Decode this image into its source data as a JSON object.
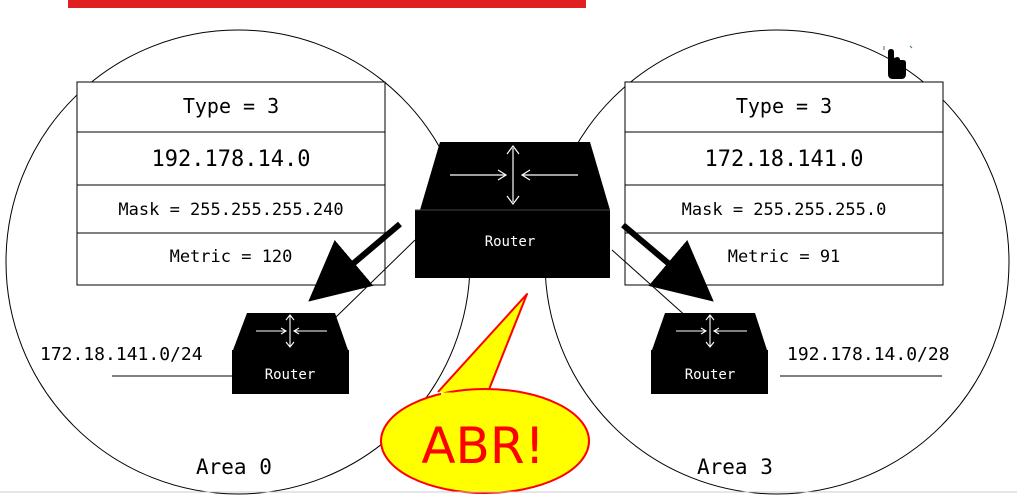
{
  "lsa_left": {
    "type": "Type = 3",
    "network": "192.178.14.0",
    "mask": "Mask = 255.255.255.240",
    "metric": "Metric = 120"
  },
  "lsa_right": {
    "type": "Type = 3",
    "network": "172.18.141.0",
    "mask": "Mask = 255.255.255.0",
    "metric": "Metric = 91"
  },
  "routers": {
    "abr_label": "Router",
    "left_label": "Router",
    "right_label": "Router"
  },
  "networks": {
    "left": "172.18.141.0/24",
    "right": "192.178.14.0/28"
  },
  "areas": {
    "left": "Area 0",
    "right": "Area 3"
  },
  "callout": {
    "text": "ABR!"
  },
  "colors": {
    "accent_bar": "#e02020",
    "callout_fill": "#ffff00",
    "callout_border": "#ff0000",
    "callout_text": "#ff0000",
    "router_fill": "#000000"
  }
}
